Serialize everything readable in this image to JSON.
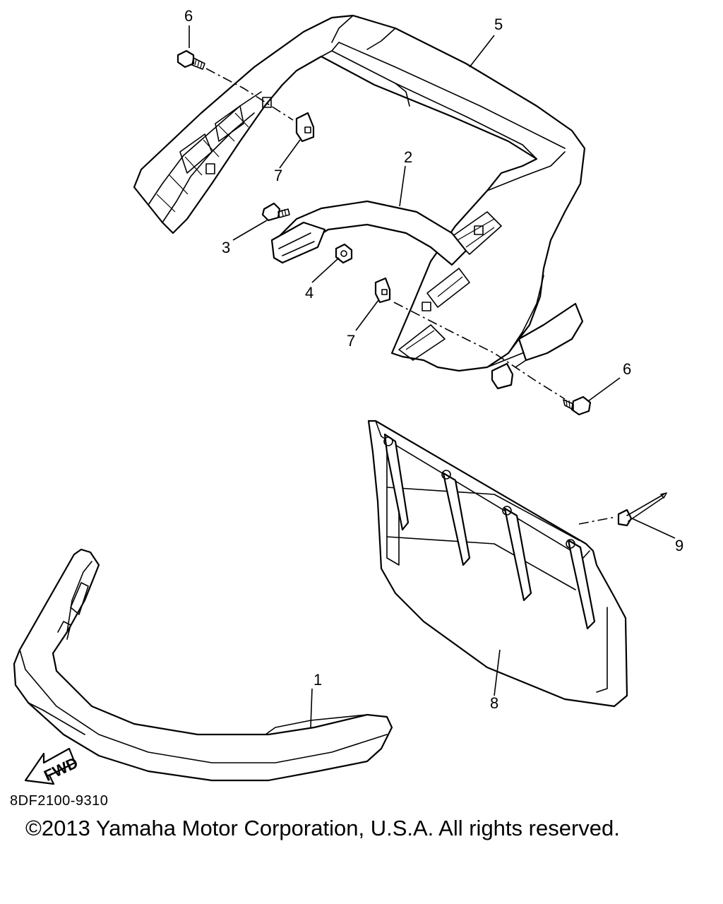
{
  "diagram": {
    "callouts": {
      "c1": "1",
      "c2": "2",
      "c3": "3",
      "c4": "4",
      "c5": "5",
      "c6a": "6",
      "c6b": "6",
      "c7a": "7",
      "c7b": "7",
      "c8": "8",
      "c9": "9"
    },
    "fwd_label": "FWD",
    "doc_code": "8DF2100-9310",
    "copyright": "©2013 Yamaha Motor Corporation, U.S.A. All rights reserved."
  }
}
